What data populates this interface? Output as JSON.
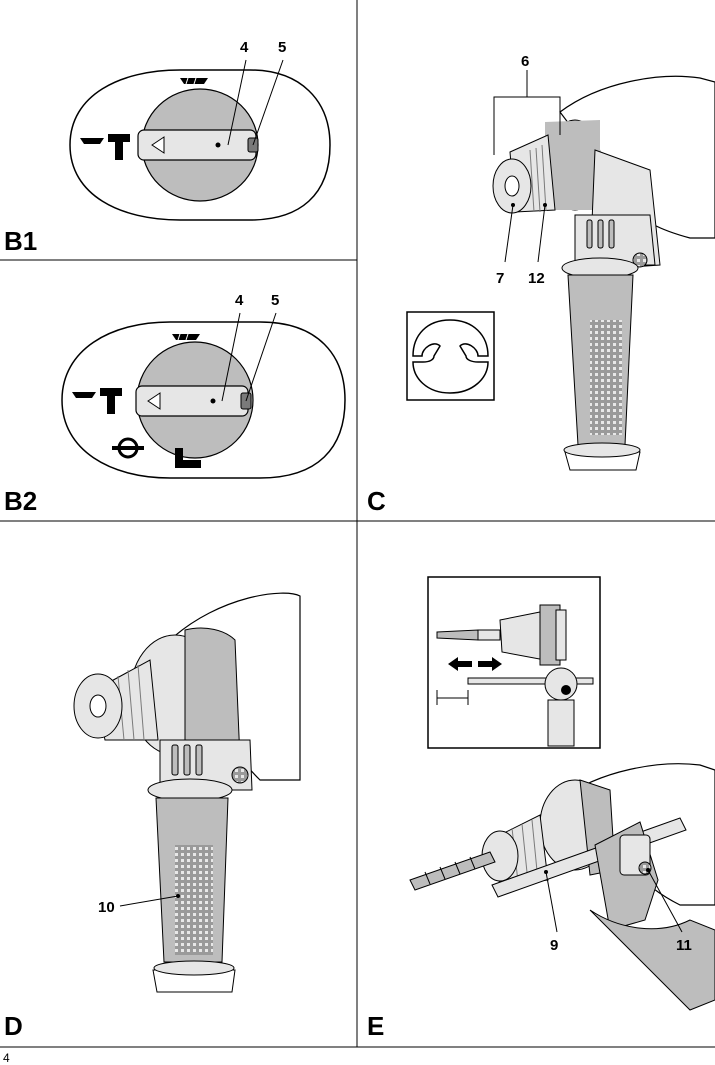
{
  "panels": {
    "b1": {
      "label": "B1",
      "callouts": [
        "4",
        "5"
      ]
    },
    "b2": {
      "label": "B2",
      "callouts": [
        "4",
        "5"
      ]
    },
    "c": {
      "label": "C",
      "callouts": [
        "6",
        "7",
        "12"
      ]
    },
    "d": {
      "label": "D",
      "callouts": [
        "10"
      ]
    },
    "e": {
      "label": "E",
      "callouts": [
        "9",
        "11"
      ]
    }
  },
  "page_number": "4",
  "colors": {
    "line": "#000000",
    "light_gray": "#e6e6e6",
    "mid_gray": "#bdbdbd",
    "dark_gray": "#7a7a7a"
  }
}
